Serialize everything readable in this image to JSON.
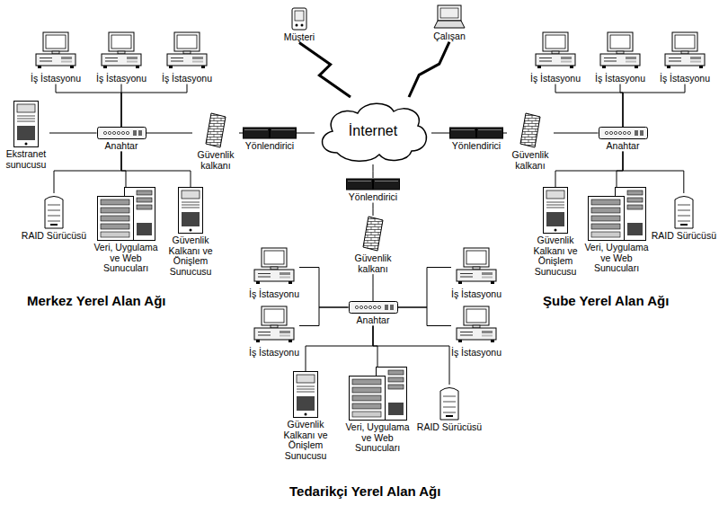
{
  "diagram": {
    "nodes": [
      {
        "text": [
          "İş İstasyonu"
        ]
      },
      {
        "text": [
          "İş İstasyonu"
        ]
      },
      {
        "text": [
          "İş İstasyonu"
        ]
      },
      {
        "text": [
          "Ekstranet sunucusu"
        ]
      },
      {
        "text": [
          "Anahtar"
        ]
      },
      {
        "text": [
          "Güvenlik kalkanı"
        ]
      },
      {
        "text": [
          "Yönlendirici"
        ]
      },
      {
        "text": [
          "RAID Sürücüsü"
        ]
      },
      {
        "text": [
          "Veri, Uygulama ve Web Sunucuları"
        ]
      },
      {
        "text": [
          "Güvenlik Kalkanı ve Önişlem Sunucusu"
        ]
      },
      {
        "text": [
          "Müşteri"
        ]
      },
      {
        "text": [
          "Çalışan"
        ]
      },
      {
        "text": [
          "İnternet"
        ]
      },
      {
        "text": [
          "Yönlendirici"
        ]
      },
      {
        "text": [
          "Güvenlik kalkanı"
        ]
      },
      {
        "text": [
          "İş İstasyonu"
        ]
      },
      {
        "text": [
          "İş İstasyonu"
        ]
      },
      {
        "text": [
          "İş İstasyonu"
        ]
      },
      {
        "text": [
          "Yönlendirici"
        ]
      },
      {
        "text": [
          "Güvenlik kalkanı"
        ]
      },
      {
        "text": [
          "Anahtar"
        ]
      },
      {
        "text": [
          "Güvenlik Kalkanı ve Önişlem Sunucusu"
        ]
      },
      {
        "text": [
          "Veri, Uygulama ve Web Sunucuları"
        ]
      },
      {
        "text": [
          "RAID Sürücüsü"
        ]
      },
      {
        "text": [
          "İş İstasyonu"
        ]
      },
      {
        "text": [
          "İş İstasyonu"
        ]
      },
      {
        "text": [
          "Anahtar"
        ]
      },
      {
        "text": [
          "İş İstasyonu"
        ]
      },
      {
        "text": [
          "İş İstasyonu"
        ]
      },
      {
        "text": [
          "Güvenlik Kalkanı ve Önişlem Sunucusu"
        ]
      },
      {
        "text": [
          "Veri, Uygulama ve Web Sunucuları"
        ]
      },
      {
        "text": [
          "RAID Sürücüsü"
        ]
      }
    ],
    "edges": [
      {
        "from": 0,
        "to": 4,
        "arrow": "none"
      },
      {
        "from": 1,
        "to": 4,
        "arrow": "none"
      },
      {
        "from": 2,
        "to": 4,
        "arrow": "none"
      },
      {
        "from": 3,
        "to": 4,
        "arrow": "none"
      },
      {
        "from": 4,
        "to": 5,
        "arrow": "none"
      },
      {
        "from": 5,
        "to": 6,
        "arrow": "none"
      },
      {
        "from": 6,
        "to": 12,
        "arrow": "none"
      },
      {
        "from": 4,
        "to": 7,
        "arrow": "none"
      },
      {
        "from": 4,
        "to": 8,
        "arrow": "none"
      },
      {
        "from": 4,
        "to": 9,
        "arrow": "none"
      },
      {
        "from": 10,
        "to": 12,
        "arrow": "none"
      },
      {
        "from": 11,
        "to": 12,
        "arrow": "none"
      },
      {
        "from": 12,
        "to": 13,
        "arrow": "none"
      },
      {
        "from": 13,
        "to": 14,
        "arrow": "none"
      },
      {
        "from": 14,
        "to": 26,
        "arrow": "none"
      },
      {
        "from": 12,
        "to": 18,
        "arrow": "none"
      },
      {
        "from": 18,
        "to": 19,
        "arrow": "none"
      },
      {
        "from": 19,
        "to": 20,
        "arrow": "none"
      },
      {
        "from": 15,
        "to": 20,
        "arrow": "none"
      },
      {
        "from": 16,
        "to": 20,
        "arrow": "none"
      },
      {
        "from": 17,
        "to": 20,
        "arrow": "none"
      },
      {
        "from": 20,
        "to": 21,
        "arrow": "none"
      },
      {
        "from": 20,
        "to": 22,
        "arrow": "none"
      },
      {
        "from": 20,
        "to": 23,
        "arrow": "none"
      },
      {
        "from": 24,
        "to": 26,
        "arrow": "none"
      },
      {
        "from": 25,
        "to": 26,
        "arrow": "none"
      },
      {
        "from": 27,
        "to": 26,
        "arrow": "none"
      },
      {
        "from": 28,
        "to": 26,
        "arrow": "none"
      },
      {
        "from": 26,
        "to": 29,
        "arrow": "none"
      },
      {
        "from": 26,
        "to": 30,
        "arrow": "none"
      },
      {
        "from": 26,
        "to": 31,
        "arrow": "none"
      }
    ],
    "labels": [
      "Merkez Yerel Alan Ağı",
      "Şube Yerel Alan Ağı",
      "Tedarikçi Yerel Alan Ağı"
    ]
  }
}
